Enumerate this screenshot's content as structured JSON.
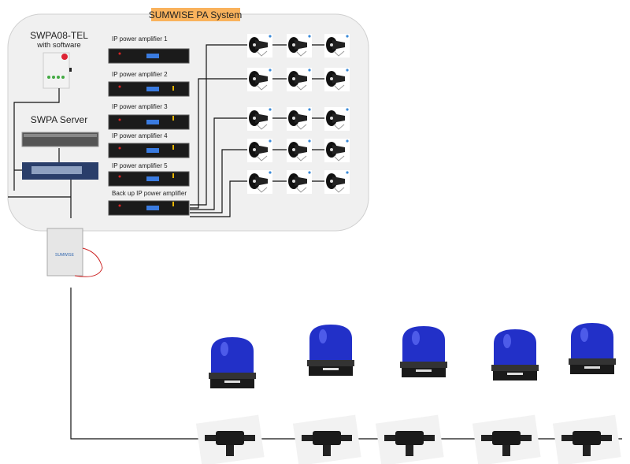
{
  "system_label": "SUMWISE PA System",
  "tel_device": {
    "title": "SWPA08-TEL",
    "subtitle": "with software"
  },
  "server": {
    "title": "SWPA Server"
  },
  "amplifiers": [
    "IP power amplifier 1",
    "IP power amplifier 2",
    "IP power amplifier 3",
    "IP power amplifier 4",
    "IP power amplifier 5",
    "Back up IP power amplifier"
  ],
  "colors": {
    "panel": "#f0f0f0",
    "label_bg": "#f9b25c",
    "beacon_blue": "#2230c8",
    "wire": "#111111"
  },
  "icons": [
    "horn-speaker-icon",
    "rack-amplifier-icon",
    "server-icon",
    "network-switch-icon",
    "control-box-icon",
    "blue-beacon-icon",
    "junction-box-icon"
  ]
}
